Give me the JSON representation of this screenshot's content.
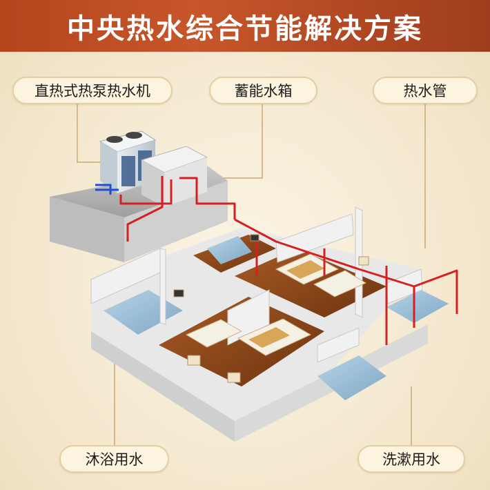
{
  "title": "中央热水综合节能解决方案",
  "labels": {
    "heat_pump": "直热式热泵热水机",
    "storage_tank": "蓄能水箱",
    "hot_water_pipe": "热水管",
    "shower_water": "沐浴用水",
    "wash_water": "洗漱用水"
  },
  "colors": {
    "title_bar": "#b4451c",
    "background": "#f6ecd6",
    "label_fill": "#fdf4e0",
    "hot_pipe": "#d42020",
    "cold_pipe": "#1f4fd1",
    "leader_line": "#c9a873"
  }
}
